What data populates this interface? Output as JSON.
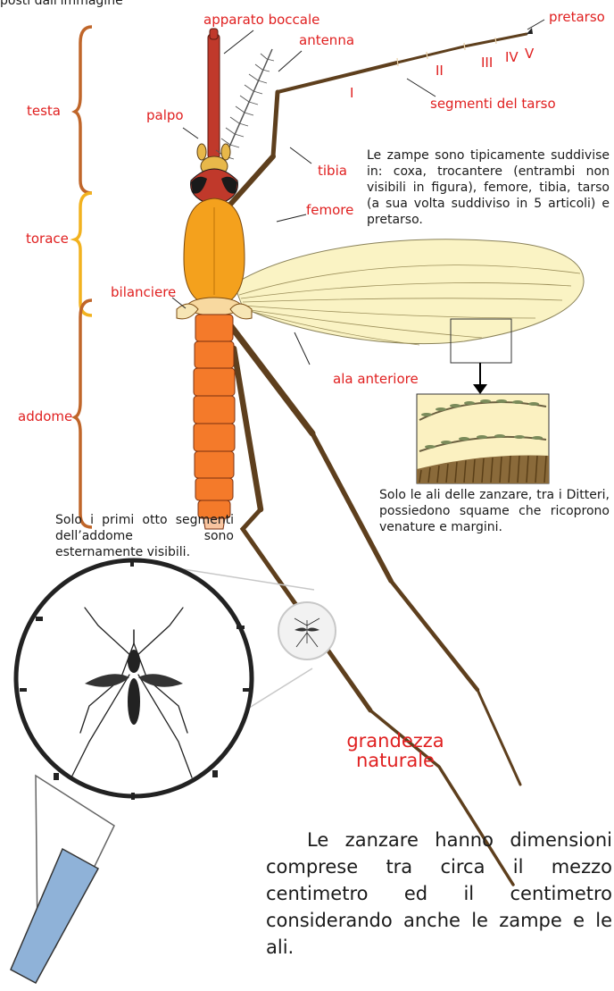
{
  "labels": {
    "apparato_boccale": "apparato boccale",
    "antenna": "antenna",
    "palpo": "palpo",
    "tibia": "tibia",
    "femore": "femore",
    "bilanciere": "bilanciere",
    "ala_anteriore": "ala anteriore",
    "pretarso": "pretarso",
    "segmenti_tarso": "segmenti del tarso",
    "tarso_numerali": [
      "I",
      "II",
      "III",
      "IV",
      "V"
    ]
  },
  "regions": {
    "testa": "testa",
    "torace": "torace",
    "addome": "addome"
  },
  "texts": {
    "top_fragment": "posti dall'immagine",
    "zampe": "Le zampe sono tipicamente suddivise in: coxa, trocantere (entrambi non visibili in figura), femore, tibia, tarso (a sua volta suddiviso in 5 articoli) e pretarso.",
    "ali": "Solo le ali delle zanzare, tra i Ditteri, possiedono squame che ricoprono venature e margini.",
    "addome": "Solo i primi otto segmenti dell’addome sono esternamente visibili.",
    "grandezza_line1": "grandezza",
    "grandezza_line2": "naturale",
    "dimensioni": "Le zanzare hanno dimensioni comprese tra circa il mezzo centimetro ed il centimetro considerando anche le zampe e le ali."
  },
  "colors": {
    "label_red": "#e02020",
    "brace_brown": "#c0662a",
    "brace_yellow": "#f2b21f",
    "thorax_orange": "#f4a11d",
    "abdomen_orange": "#f47a2a",
    "leg_brown": "#6b4a25",
    "wing_cream": "#faf3c4",
    "magnifier_handle": "#8fb2d8"
  }
}
